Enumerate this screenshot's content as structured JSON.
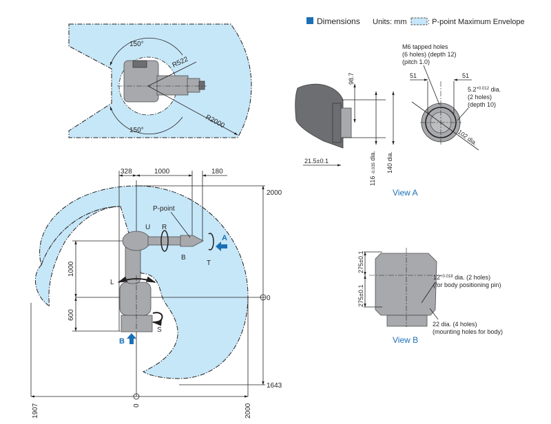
{
  "legend": {
    "dimensions_label": "Dimensions",
    "units_label": "Units: mm",
    "envelope_label": ": P-point Maximum Envelope",
    "dimensions_color": "#1a6fb5",
    "envelope_color": "#c6e7f8"
  },
  "top_view": {
    "angle_upper": "150°",
    "angle_lower": "150°",
    "radius_inner": "R522",
    "radius_outer": "R2000"
  },
  "side_view": {
    "top_dims": [
      "328",
      "1000",
      "180"
    ],
    "left_dims": [
      "1000",
      "600"
    ],
    "right_scale": {
      "top": "2000",
      "mid": "0",
      "bottom": "1643"
    },
    "bottom_scale": {
      "left": "1907",
      "mid": "0",
      "right": "2000"
    },
    "p_point_label": "P-point",
    "axes": {
      "U": "U",
      "R": "R",
      "B": "B",
      "T": "T",
      "L": "L",
      "S": "S"
    },
    "view_a_marker": "A",
    "view_b_marker": "B"
  },
  "view_a": {
    "title": "View A",
    "dim_98_7": "98.7",
    "dim_21_5": "21.5±0.1",
    "dim_116": "116",
    "dim_116_tol_upper": "0",
    "dim_116_tol_lower": "-0.035",
    "dim_116_suffix": "dia.",
    "dim_140": "140 dia.",
    "tapped_holes": [
      "M6 tapped holes",
      "(6 holes) (depth 12)",
      "(pitch 1.0)"
    ],
    "dim_51_left": "51",
    "dim_51_right": "51",
    "pin_holes_main": "5.2",
    "pin_holes_tol_upper": "+0.012",
    "pin_holes_tol_lower": "0",
    "pin_holes_suffix": "dia.",
    "pin_holes_lines": [
      "(2 holes)",
      "(depth 10)"
    ],
    "dim_102": "102 dia."
  },
  "view_b": {
    "title": "View B",
    "dim_upper": "275±0.1",
    "dim_lower": "275±0.1",
    "pin_main": "12",
    "pin_tol_upper": "+0.018",
    "pin_tol_lower": "0",
    "pin_suffix": "dia. (2 holes)",
    "pin_line2": "(for body positioning pin)",
    "mount_line1": "22 dia. (4 holes)",
    "mount_line2": "(mounting holes for body)"
  }
}
